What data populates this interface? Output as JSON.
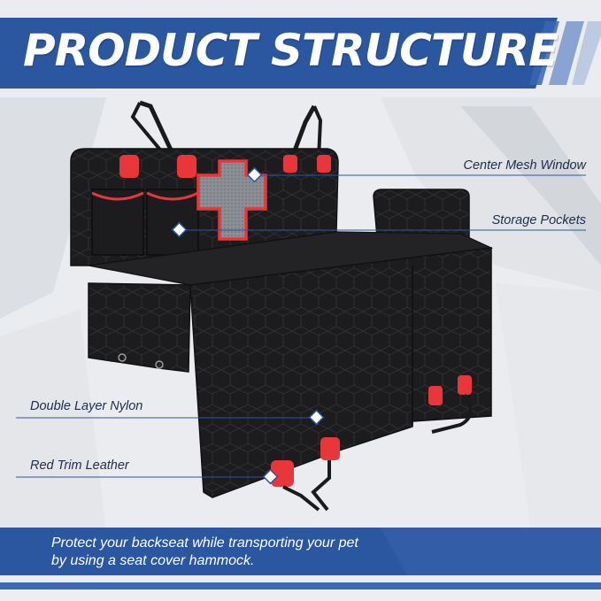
{
  "title": "PRODUCT STRUCTURE",
  "features": {
    "center_mesh_window": "Center Mesh Window",
    "storage_pockets": "Storage Pockets",
    "double_layer_nylon": "Double Layer Nylon",
    "red_trim_leather": "Red Trim Leather"
  },
  "tagline": "Protect your backseat while transporting your pet by using a seat cover hammock.",
  "colors": {
    "brand_blue": "#2b56a0",
    "product_black": "#1c1c1e",
    "trim_red": "#e8363a",
    "mesh_gray": "#8c8f94",
    "label_text": "#1c2d4d",
    "leader_line": "#2b56a0"
  }
}
